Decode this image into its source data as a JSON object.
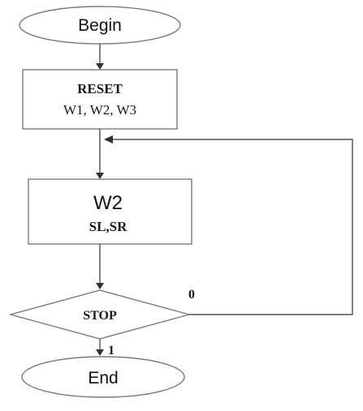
{
  "nodes": {
    "begin": {
      "label": "Begin"
    },
    "reset": {
      "title": "RESET",
      "subtitle": "W1, W2, W3"
    },
    "w2": {
      "title": "W2",
      "subtitle": "SL,SR"
    },
    "stop": {
      "label": "STOP"
    },
    "end": {
      "label": "End"
    }
  },
  "edges": {
    "stop_loop_label": "0",
    "stop_exit_label": "1"
  }
}
